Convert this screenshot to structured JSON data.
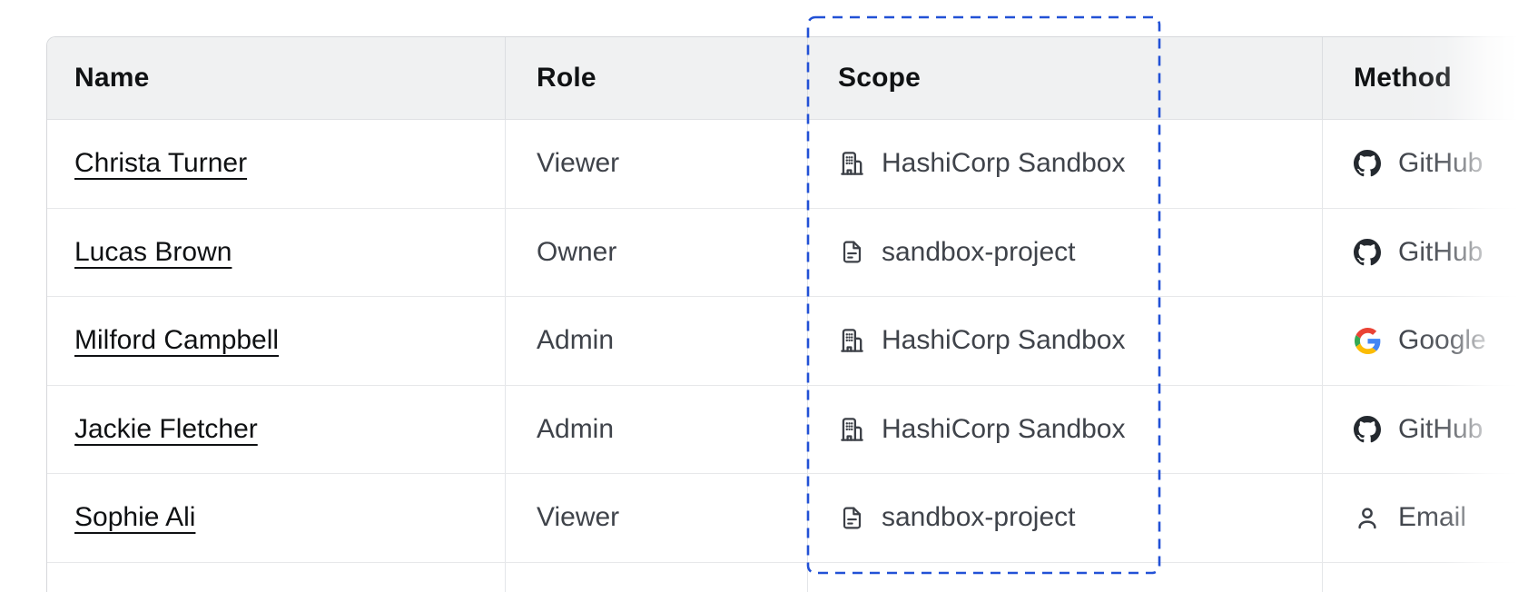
{
  "table": {
    "columns": [
      {
        "key": "name",
        "label": "Name"
      },
      {
        "key": "role",
        "label": "Role"
      },
      {
        "key": "scope",
        "label": "Scope"
      },
      {
        "key": "method",
        "label": "Method"
      }
    ],
    "rows": [
      {
        "name": "Christa Turner",
        "role": "Viewer",
        "scope": {
          "icon": "org-building-icon",
          "label": "HashiCorp Sandbox"
        },
        "method": {
          "icon": "github-icon",
          "label": "GitHub"
        }
      },
      {
        "name": "Lucas Brown",
        "role": "Owner",
        "scope": {
          "icon": "file-icon",
          "label": "sandbox-project"
        },
        "method": {
          "icon": "github-icon",
          "label": "GitHub"
        }
      },
      {
        "name": "Milford Campbell",
        "role": "Admin",
        "scope": {
          "icon": "org-building-icon",
          "label": "HashiCorp Sandbox"
        },
        "method": {
          "icon": "google-icon",
          "label": "Google"
        }
      },
      {
        "name": "Jackie Fletcher",
        "role": "Admin",
        "scope": {
          "icon": "org-building-icon",
          "label": "HashiCorp Sandbox"
        },
        "method": {
          "icon": "github-icon",
          "label": "GitHub"
        }
      },
      {
        "name": "Sophie Ali",
        "role": "Viewer",
        "scope": {
          "icon": "file-icon",
          "label": "sandbox-project"
        },
        "method": {
          "icon": "person-icon",
          "label": "Email"
        }
      }
    ]
  },
  "annotation": {
    "type": "dashed-highlight",
    "target_column": "Scope",
    "color": "#2251d6"
  },
  "colors": {
    "accent_blue": "#2251d6",
    "header_bg": "#f0f1f2",
    "header_text": "#101214",
    "body_text": "#3f434a",
    "name_text": "#0f1113",
    "border": "#d6d8db",
    "row_border": "#e7e8ea",
    "icon_stroke": "#3b3f46",
    "github_black": "#24292f",
    "google_red": "#EA4335",
    "google_blue": "#4285F4",
    "google_green": "#34A853",
    "google_yellow": "#FBBC05"
  }
}
